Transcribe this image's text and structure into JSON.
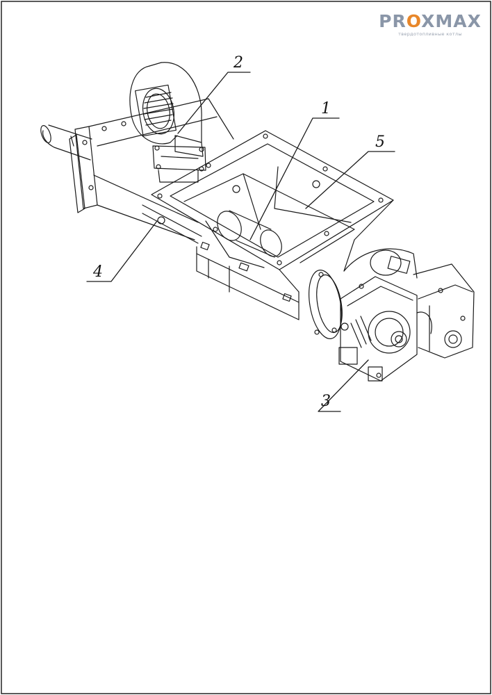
{
  "brand": {
    "name_pre": "PR",
    "name_o": "O",
    "name_post": "XMAX",
    "tagline": "твердотопливные котлы",
    "accent_color": "#e8872a",
    "text_color": "#8a96a8"
  },
  "callouts": [
    {
      "id": "1",
      "label": "1"
    },
    {
      "id": "2",
      "label": "2"
    },
    {
      "id": "3",
      "label": "3"
    },
    {
      "id": "4",
      "label": "4"
    },
    {
      "id": "5",
      "label": "5"
    }
  ]
}
